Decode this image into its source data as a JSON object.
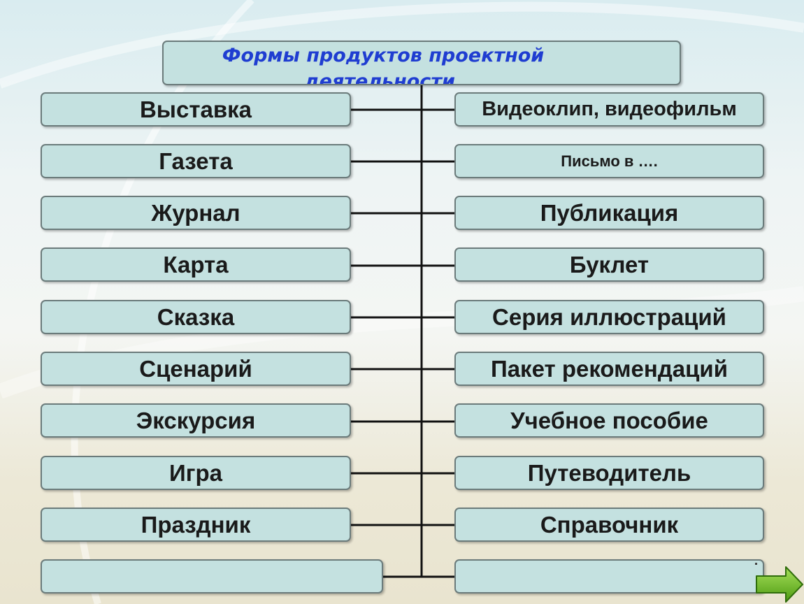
{
  "title": "Формы продуктов проектной деятельности.",
  "left_items": [
    "Выставка",
    "Газета",
    "Журнал",
    "Карта",
    "Сказка",
    "Сценарий",
    "Экскурсия",
    "Игра",
    "Праздник",
    ""
  ],
  "right_items": [
    "Видеоклип, видеофильм",
    "Письмо в ….",
    "Публикация",
    "Буклет",
    "Серия иллюстраций",
    "Пакет  рекомендаций",
    "Учебное пособие",
    "Путеводитель",
    "Справочник",
    ""
  ],
  "colors": {
    "box_fill": "#c4e1e0",
    "box_border": "#6b7b7b",
    "title_text": "#1f3dd1",
    "connector": "#111111",
    "arrow": "#66bb22"
  },
  "icons": {
    "next": "right-arrow-icon"
  }
}
